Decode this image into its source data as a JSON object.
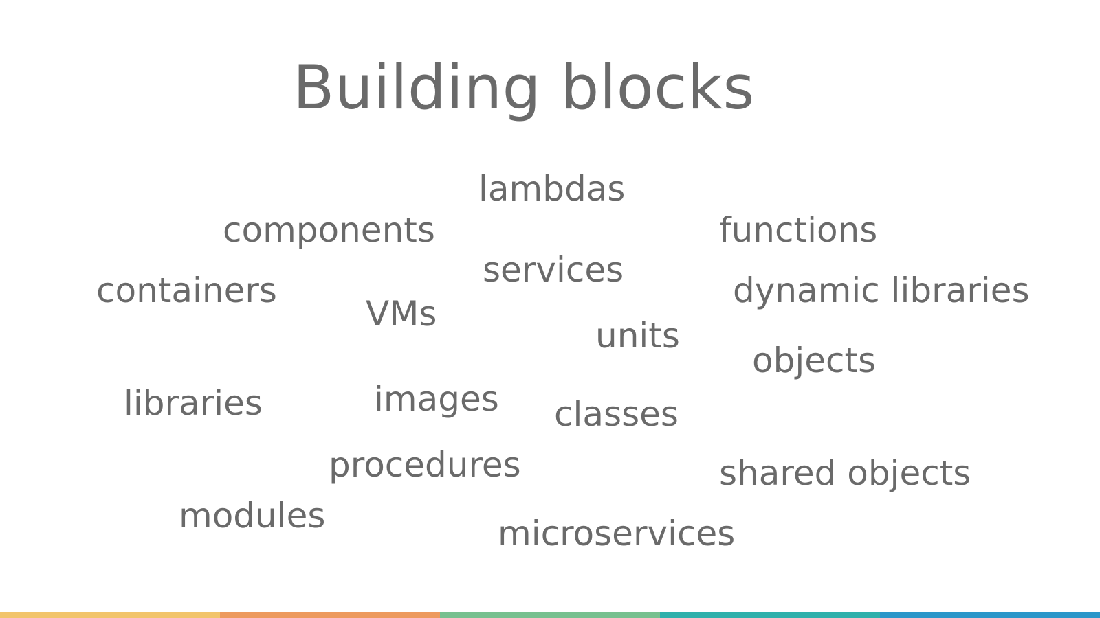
{
  "title": "Building blocks",
  "words": [
    {
      "id": "lambdas",
      "text": "lambdas"
    },
    {
      "id": "components",
      "text": "components"
    },
    {
      "id": "functions",
      "text": "functions"
    },
    {
      "id": "services",
      "text": "services"
    },
    {
      "id": "containers",
      "text": "containers"
    },
    {
      "id": "dynamic-libraries",
      "text": "dynamic libraries"
    },
    {
      "id": "vms",
      "text": "VMs"
    },
    {
      "id": "units",
      "text": "units"
    },
    {
      "id": "objects",
      "text": "objects"
    },
    {
      "id": "libraries",
      "text": "libraries"
    },
    {
      "id": "images",
      "text": "images"
    },
    {
      "id": "classes",
      "text": "classes"
    },
    {
      "id": "procedures",
      "text": "procedures"
    },
    {
      "id": "shared-objects",
      "text": "shared objects"
    },
    {
      "id": "modules",
      "text": "modules"
    },
    {
      "id": "microservices",
      "text": "microservices"
    }
  ],
  "colors": {
    "text": "#6a6a6a",
    "bar": [
      "#f2c46b",
      "#ed9a5e",
      "#77c08f",
      "#2fb0ab",
      "#2a96c9"
    ]
  }
}
